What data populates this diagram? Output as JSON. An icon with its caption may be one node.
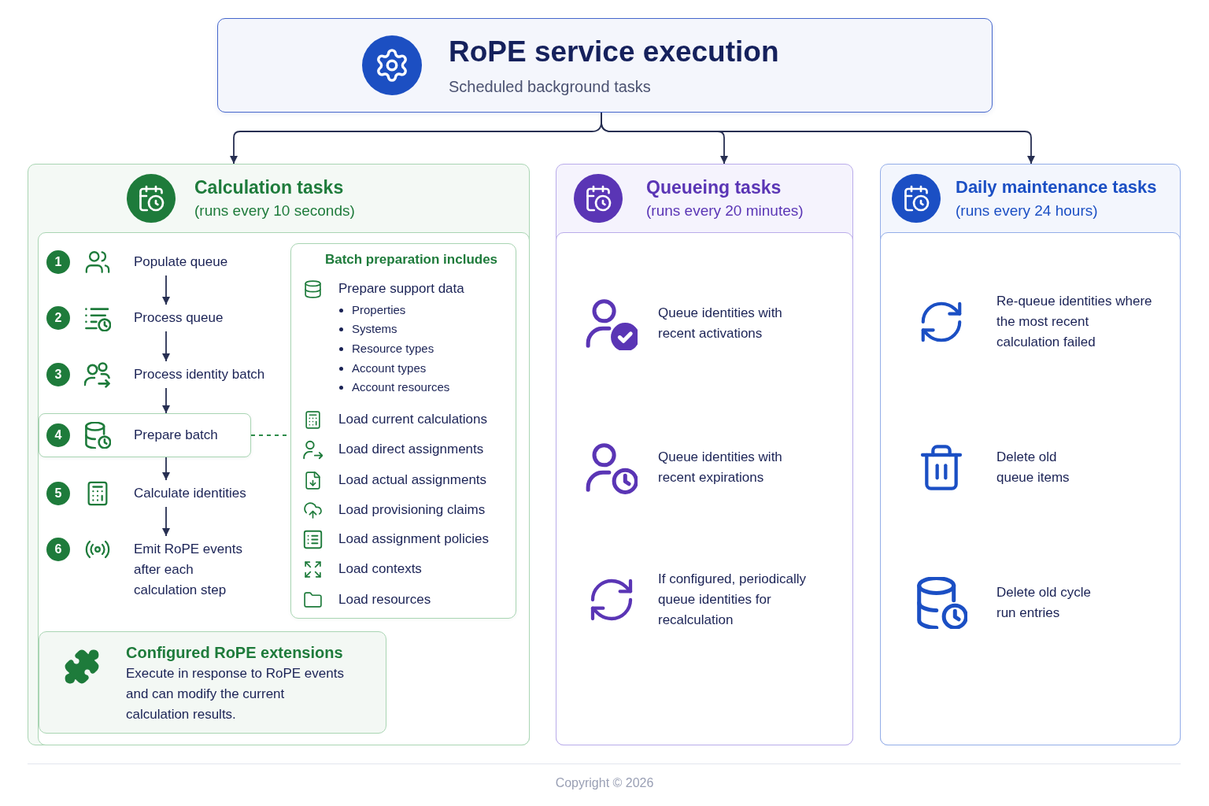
{
  "diagram": {
    "nodes": [
      {
        "text": [
          "RoPE service execution",
          "Scheduled background tasks"
        ]
      },
      {
        "text": [
          "Calculation tasks",
          "(runs every 10 seconds)"
        ]
      },
      {
        "text": [
          "1",
          "Populate queue"
        ],
        "in": 1
      },
      {
        "text": [
          "2",
          "Process queue"
        ],
        "in": 1
      },
      {
        "text": [
          "3",
          "Process identity batch"
        ],
        "in": 1
      },
      {
        "text": [
          "4",
          "Prepare batch"
        ],
        "in": 1
      },
      {
        "text": [
          "5",
          "Calculate identities"
        ],
        "in": 1
      },
      {
        "text": [
          "6",
          "Emit RoPE events after each calculation step"
        ],
        "in": 1
      },
      {
        "text": [
          "Batch preparation includes",
          "Prepare support data",
          "Properties",
          "Systems",
          "Resource types",
          "Account types",
          "Account resources",
          "Load current calculations",
          "Load direct assignments",
          "Load actual assignments",
          "Load provisioning claims",
          "Load assignment policies",
          "Load contexts",
          "Load resources"
        ],
        "in": 1
      },
      {
        "text": [
          "Configured RoPE extensions",
          "Execute in response to RoPE events and can modify the current calculation results."
        ],
        "in": 1
      },
      {
        "text": [
          "Queueing tasks",
          "(runs every 20 minutes)",
          "Queue identities with recent activations",
          "Queue identities with recent expirations",
          "If configured, periodically queue identities for recalculation"
        ]
      },
      {
        "text": [
          "Daily maintenance tasks",
          "(runs every 24 hours)",
          "Re-queue identities where the most recent calculation failed",
          "Delete old queue items",
          "Delete old cycle run entries"
        ]
      }
    ],
    "edges": [
      {
        "from": 0,
        "to": 1,
        "arrow": "to"
      },
      {
        "from": 0,
        "to": 10,
        "arrow": "to"
      },
      {
        "from": 0,
        "to": 11,
        "arrow": "to"
      },
      {
        "from": 2,
        "to": 3,
        "arrow": "to"
      },
      {
        "from": 3,
        "to": 4,
        "arrow": "to"
      },
      {
        "from": 4,
        "to": 5,
        "arrow": "to"
      },
      {
        "from": 5,
        "to": 6,
        "arrow": "to"
      },
      {
        "from": 6,
        "to": 7,
        "arrow": "to"
      },
      {
        "from": 5,
        "to": 8,
        "arrow": "none",
        "style": "dashed",
        "color": "#2e8b4a"
      }
    ],
    "labels": [
      "Copyright © 2026"
    ]
  }
}
